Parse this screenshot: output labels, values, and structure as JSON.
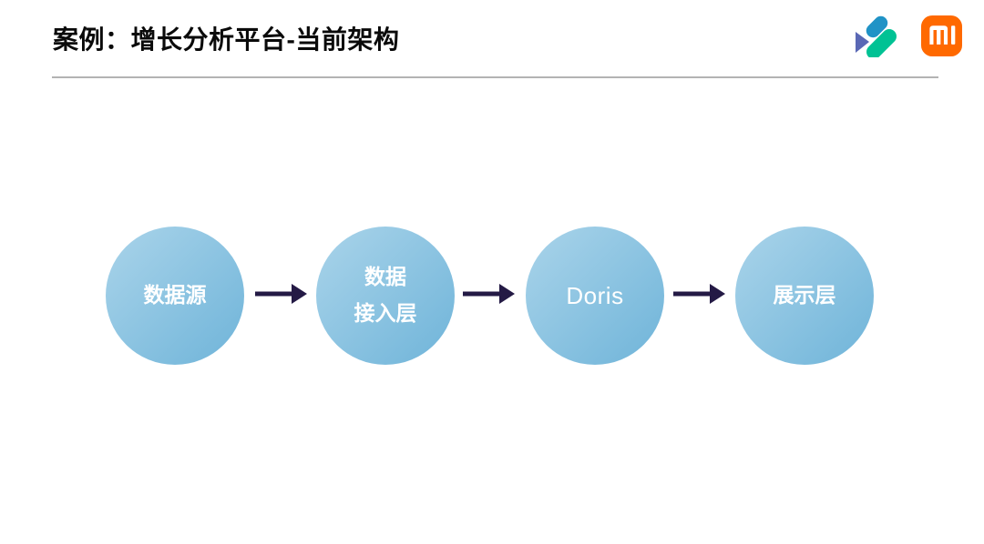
{
  "slide": {
    "title": "案例：增长分析平台-当前架构"
  },
  "header_logos": {
    "doris_logo": "apache-doris-logo",
    "xiaomi_logo": "xiaomi-mi-logo"
  },
  "diagram": {
    "type": "flow",
    "direction": "left-to-right",
    "nodes": [
      {
        "label": "数据源"
      },
      {
        "label": "数据\n接入层"
      },
      {
        "label": "Doris"
      },
      {
        "label": "展示层"
      }
    ],
    "connections": [
      {
        "from": 0,
        "to": 1
      },
      {
        "from": 1,
        "to": 2
      },
      {
        "from": 2,
        "to": 3
      }
    ]
  },
  "colors": {
    "title_text": "#0a0a0a",
    "divider": "#b3b3b3",
    "circle_gradient_start": "#aad4ea",
    "circle_gradient_end": "#6fb4d9",
    "node_text": "#ffffff",
    "arrow": "#241a45",
    "xiaomi_orange": "#ff6900",
    "doris_blue": "#2093c6",
    "doris_purple": "#5a68b5",
    "doris_green": "#00c294"
  }
}
